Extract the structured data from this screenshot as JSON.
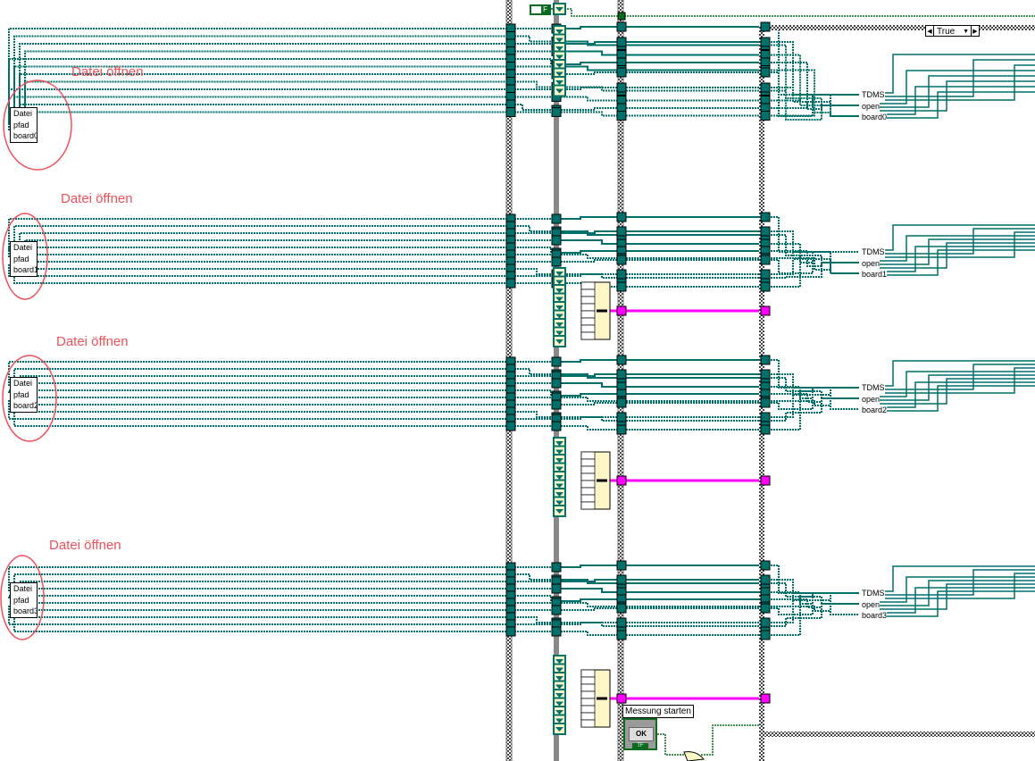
{
  "case_selector": {
    "value": "True"
  },
  "boolean_constant": {
    "value": "F"
  },
  "groups": [
    {
      "caption": "Datei öffnen",
      "cluster": [
        "Datei",
        "pfad",
        "board0"
      ],
      "outputs": [
        "TDMS",
        "open",
        "board0"
      ]
    },
    {
      "caption": "Datei öffnen",
      "cluster": [
        "Datei",
        "pfad",
        "board1"
      ],
      "outputs": [
        "TDMS",
        "open",
        "board1"
      ]
    },
    {
      "caption": "Datei öffnen",
      "cluster": [
        "Datei",
        "pfad",
        "board2"
      ],
      "outputs": [
        "TDMS",
        "open",
        "board2"
      ]
    },
    {
      "caption": "Datei öffnen",
      "cluster": [
        "Datei",
        "pfad",
        "board3"
      ],
      "outputs": [
        "TDMS",
        "open",
        "board3"
      ]
    }
  ],
  "button": {
    "label": "Messung starten",
    "text": "OK",
    "type": "TF"
  },
  "colors": {
    "wire": "#00706a",
    "cluster_wire": "#ff00ff",
    "annotation": "#f0505a",
    "bool": "#0a6a1e"
  }
}
